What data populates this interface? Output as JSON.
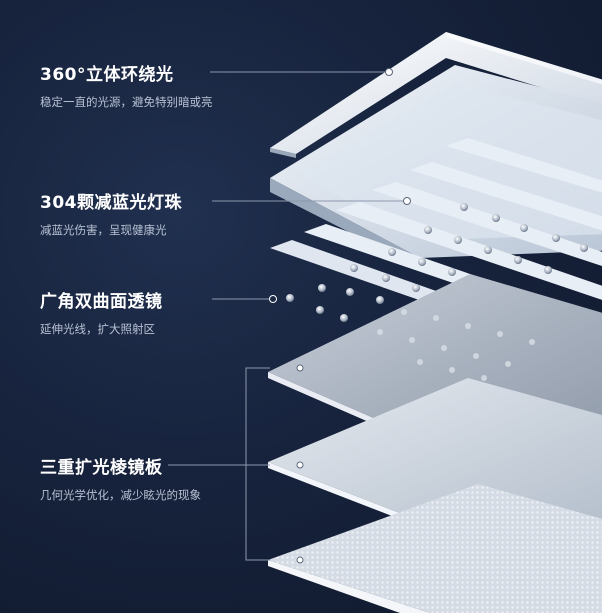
{
  "colors": {
    "background": "#17233d",
    "title_text": "#ffffff",
    "desc_text": "#b9c2d3",
    "leader_line": "#8d98ad"
  },
  "features": [
    {
      "title": "360°立体环绕光",
      "desc": "稳定一直的光源，避免特别暗或亮"
    },
    {
      "title": "304颗减蓝光灯珠",
      "desc": "减蓝光伤害，呈现健康光"
    },
    {
      "title": "广角双曲面透镜",
      "desc": "延伸光线，扩大照射区"
    },
    {
      "title": "三重扩光棱镜板",
      "desc": "几何光学优化，减少眩光的现象"
    }
  ]
}
